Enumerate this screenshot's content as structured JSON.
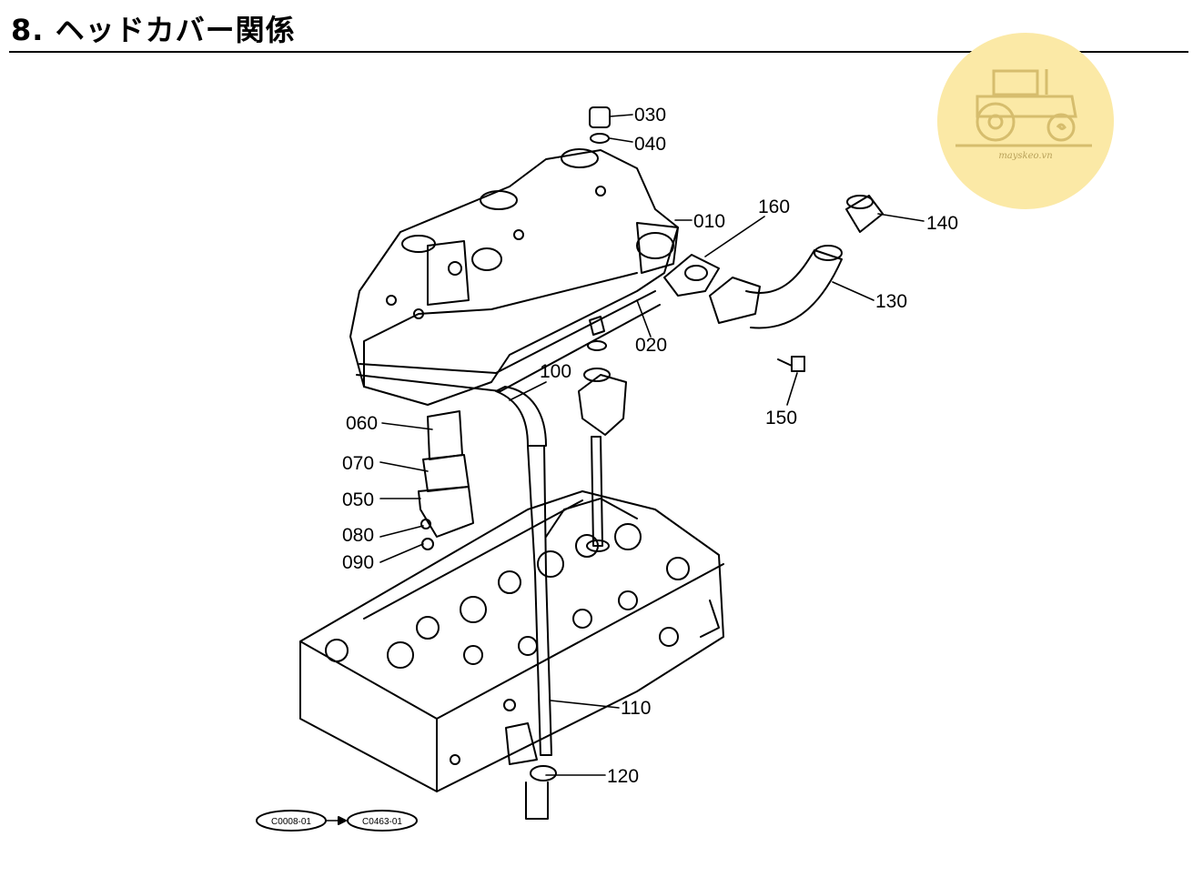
{
  "title": "8. ヘッドカバー関係",
  "watermark": {
    "text": "mayskeo.vn",
    "color": "#fbe9a6",
    "icon": "tractor-icon"
  },
  "parts": {
    "p010": "010",
    "p020": "020",
    "p030": "030",
    "p040": "040",
    "p050": "050",
    "p060": "060",
    "p070": "070",
    "p080": "080",
    "p090": "090",
    "p100": "100",
    "p110": "110",
    "p120": "120",
    "p130": "130",
    "p140": "140",
    "p150": "150",
    "p160": "160"
  },
  "references": {
    "from": "C0008-01",
    "to": "C0463-01"
  }
}
